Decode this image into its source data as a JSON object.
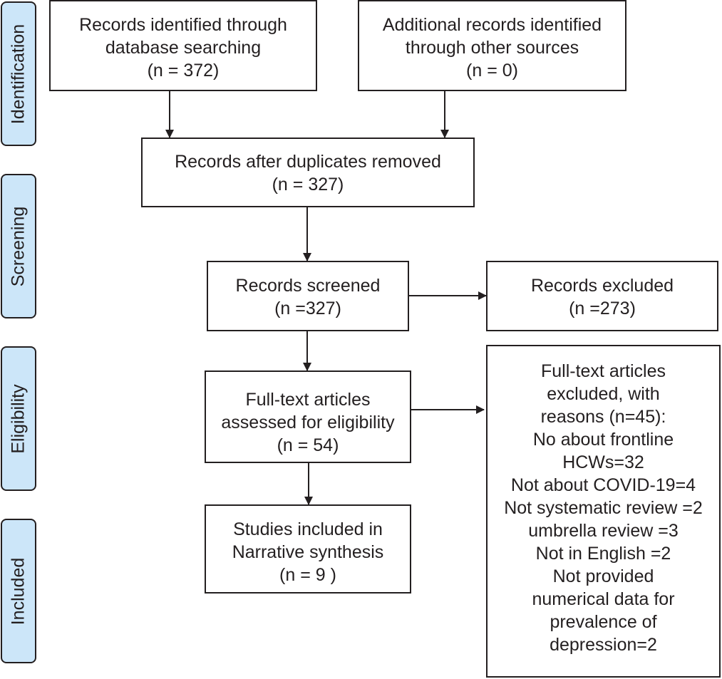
{
  "stages": [
    {
      "id": "identification",
      "label": "Identification"
    },
    {
      "id": "screening",
      "label": "Screening"
    },
    {
      "id": "eligibility",
      "label": "Eligibility"
    },
    {
      "id": "included",
      "label": "Included"
    }
  ],
  "boxes": {
    "database": {
      "lines": [
        "Records identified through",
        "database searching",
        "(n = 372)"
      ]
    },
    "other_sources": {
      "lines": [
        "Additional records identified",
        "through other sources",
        "(n = 0)"
      ]
    },
    "deduplicated": {
      "lines": [
        "Records after duplicates removed",
        "(n = 327)"
      ]
    },
    "screened": {
      "lines": [
        "Records screened",
        "(n =327)"
      ]
    },
    "excluded": {
      "lines": [
        "Records excluded",
        "(n =273)"
      ]
    },
    "fulltext": {
      "lines": [
        "Full-text articles",
        "assessed for eligibility",
        "(n =  54)"
      ]
    },
    "fulltext_excluded": {
      "lines": [
        "Full-text articles",
        "excluded, with",
        "reasons (n=45):",
        "No about frontline",
        "HCWs=32",
        "Not about COVID-19=4",
        "Not systematic review =2",
        "umbrella review =3",
        "Not in English =2",
        "Not provided",
        "numerical data for",
        "prevalence of",
        "depression=2"
      ]
    },
    "included": {
      "lines": [
        "Studies included in",
        "Narrative synthesis",
        "(n = 9 )"
      ]
    }
  },
  "colors": {
    "stage_fill": "#cce6f9",
    "stroke": "#231f20"
  }
}
